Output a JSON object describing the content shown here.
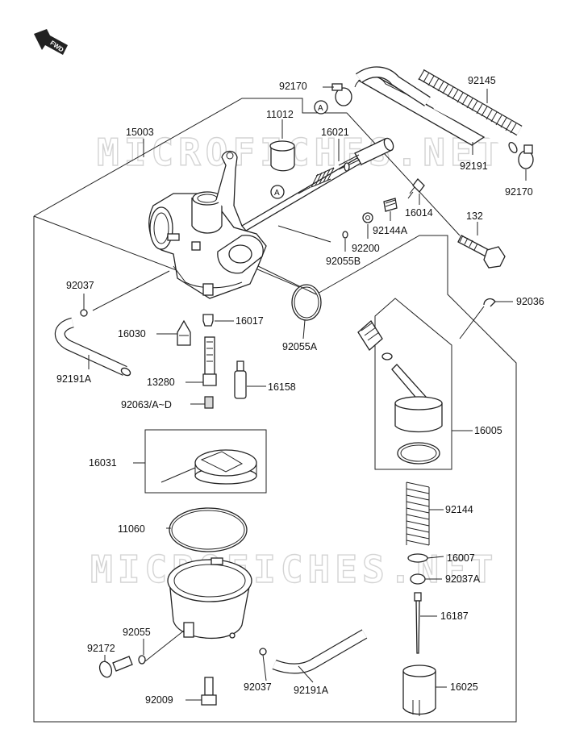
{
  "watermark": "MICROFICHES.NET",
  "fwd_label": "FWD",
  "circle_ref": "A",
  "parts": {
    "p92170_top": "92170",
    "p92145": "92145",
    "p15003": "15003",
    "p11012": "11012",
    "p16021": "16021",
    "p92191": "92191",
    "p92170_right": "92170",
    "p16014": "16014",
    "p92144A": "92144A",
    "p92200": "92200",
    "p92055B": "92055B",
    "p132": "132",
    "p92037_left": "92037",
    "p92036": "92036",
    "p16030": "16030",
    "p16017": "16017",
    "p92055A": "92055A",
    "p92191A_left": "92191A",
    "p13280": "13280",
    "p16158": "16158",
    "p92063": "92063/A~D",
    "p16005": "16005",
    "p16031": "16031",
    "p92144": "92144",
    "p11060": "11060",
    "p16007": "16007",
    "p92037A": "92037A",
    "p92055": "92055",
    "p16187": "16187",
    "p92172": "92172",
    "p92037_bottom": "92037",
    "p92191A_bottom": "92191A",
    "p16025": "16025",
    "p92009": "92009"
  }
}
